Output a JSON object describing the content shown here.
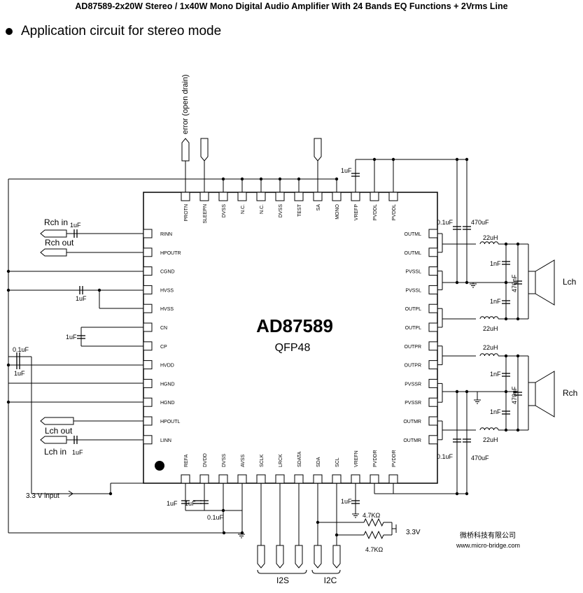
{
  "header": {
    "title": "AD87589-2x20W Stereo / 1x40W Mono Digital Audio Amplifier With 24 Bands EQ Functions + 2Vrms Line"
  },
  "section": {
    "heading": "Application circuit for stereo mode"
  },
  "chip": {
    "name": "AD87589",
    "package": "QFP48"
  },
  "pins": {
    "top": [
      "PROTN",
      "SLEEPN",
      "DVSS",
      "N.C.",
      "N.C.",
      "DVSS",
      "TEST",
      "SA",
      "MONO",
      "VREFP",
      "PVDDL",
      "PVDDL"
    ],
    "left": [
      "RINN",
      "HPOUTR",
      "CGND",
      "HVSS",
      "HVSS",
      "CN",
      "CP",
      "HVDD",
      "HGND",
      "HGND",
      "HPOUTL",
      "LINN"
    ],
    "right": [
      "OUTML",
      "OUTML",
      "PVSSL",
      "PVSSL",
      "OUTPL",
      "OUTPL",
      "OUTPR",
      "OUTPR",
      "PVSSR",
      "PVSSR",
      "OUTMR",
      "OUTMR"
    ],
    "bottom": [
      "REFA",
      "DVDD",
      "DVSS",
      "AVSS",
      "SCLK",
      "LRCK",
      "SDATA",
      "SDA",
      "SCL",
      "VREFN",
      "PVDDR",
      "PVDDR"
    ]
  },
  "labels": {
    "error": "error (open drain)",
    "rch_in": "Rch in",
    "rch_out": "Rch out",
    "lch_out": "Lch out",
    "lch_in": "Lch in",
    "input_33": "3.3 V input",
    "v33": "3.3V",
    "i2s": "I2S",
    "i2c": "I2C",
    "lch": "Lch",
    "rch": "Rch",
    "company_cn": "微桥科技有限公司",
    "company_url": "www.micro-bridge.com"
  },
  "components": {
    "c_1uF": "1uF",
    "c_01uF": "0.1uF",
    "c_470uF": "470uF",
    "c_1nF": "1nF",
    "c_470nF": "470nF",
    "l_22uH": "22uH",
    "r_47k": "4.7KΩ"
  }
}
